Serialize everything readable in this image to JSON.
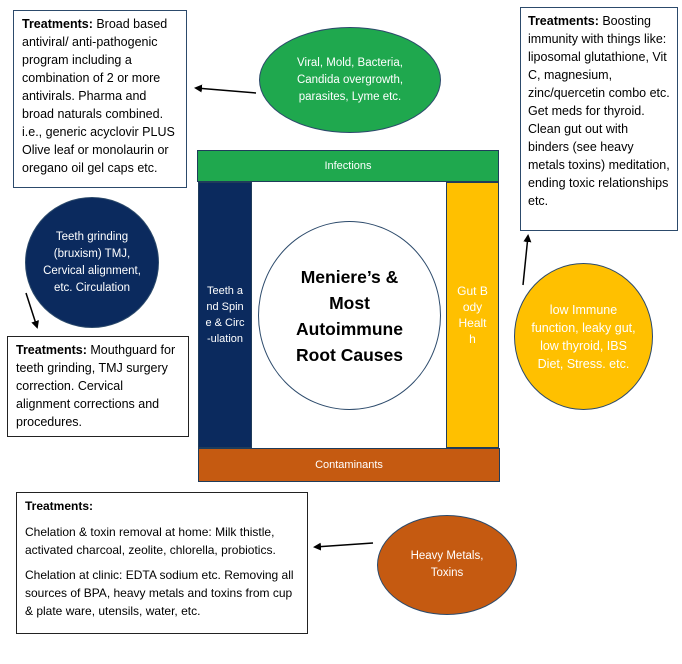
{
  "top_left_box": {
    "heading": "Treatments:",
    "text": " Broad based antiviral/ anti-pathogenic program including a combination of 2 or more antivirals. Pharma and broad naturals combined. i.e., generic acyclovir PLUS Olive leaf or monolaurin or oregano oil gel caps etc."
  },
  "top_right_box": {
    "heading": "Treatments:",
    "text": " Boosting immunity with things like: liposomal glutathione, Vit C, magnesium, zinc/quercetin combo etc. Get meds for thyroid. Clean gut out with binders (see heavy metals toxins) meditation, ending toxic relationships etc."
  },
  "mid_left_box": {
    "heading": "Treatments:",
    "text": " Mouthguard for teeth grinding, TMJ surgery correction. Cervical alignment corrections and procedures."
  },
  "bottom_box": {
    "heading": "Treatments:",
    "p1": "Chelation & toxin removal at home:  Milk thistle, activated charcoal, zeolite, chlorella, probiotics.",
    "p2": "Chelation at clinic: EDTA sodium etc. Removing all sources of BPA, heavy metals and toxins from cup & plate ware, utensils, water, etc."
  },
  "ellipses": {
    "infections": "Viral, Mold, Bacteria, Candida overgrowth, parasites, Lyme etc.",
    "teeth": "Teeth grinding (bruxism) TMJ, Cervical alignment, etc. Circulation",
    "gut": "low Immune function, leaky gut, low thyroid, IBS Diet, Stress. etc.",
    "metals": "Heavy Metals, Toxins"
  },
  "frame": {
    "top": "Infections",
    "bottom": "Contaminants",
    "left": "Teeth and Spine & Circ-ulation",
    "right": "Gut Body Health"
  },
  "center": "Meniere’s & Most Autoimmune Root Causes",
  "colors": {
    "green": "#1fa84e",
    "navy": "#0b2a5e",
    "yellow": "#ffc000",
    "orange": "#c55a11"
  }
}
